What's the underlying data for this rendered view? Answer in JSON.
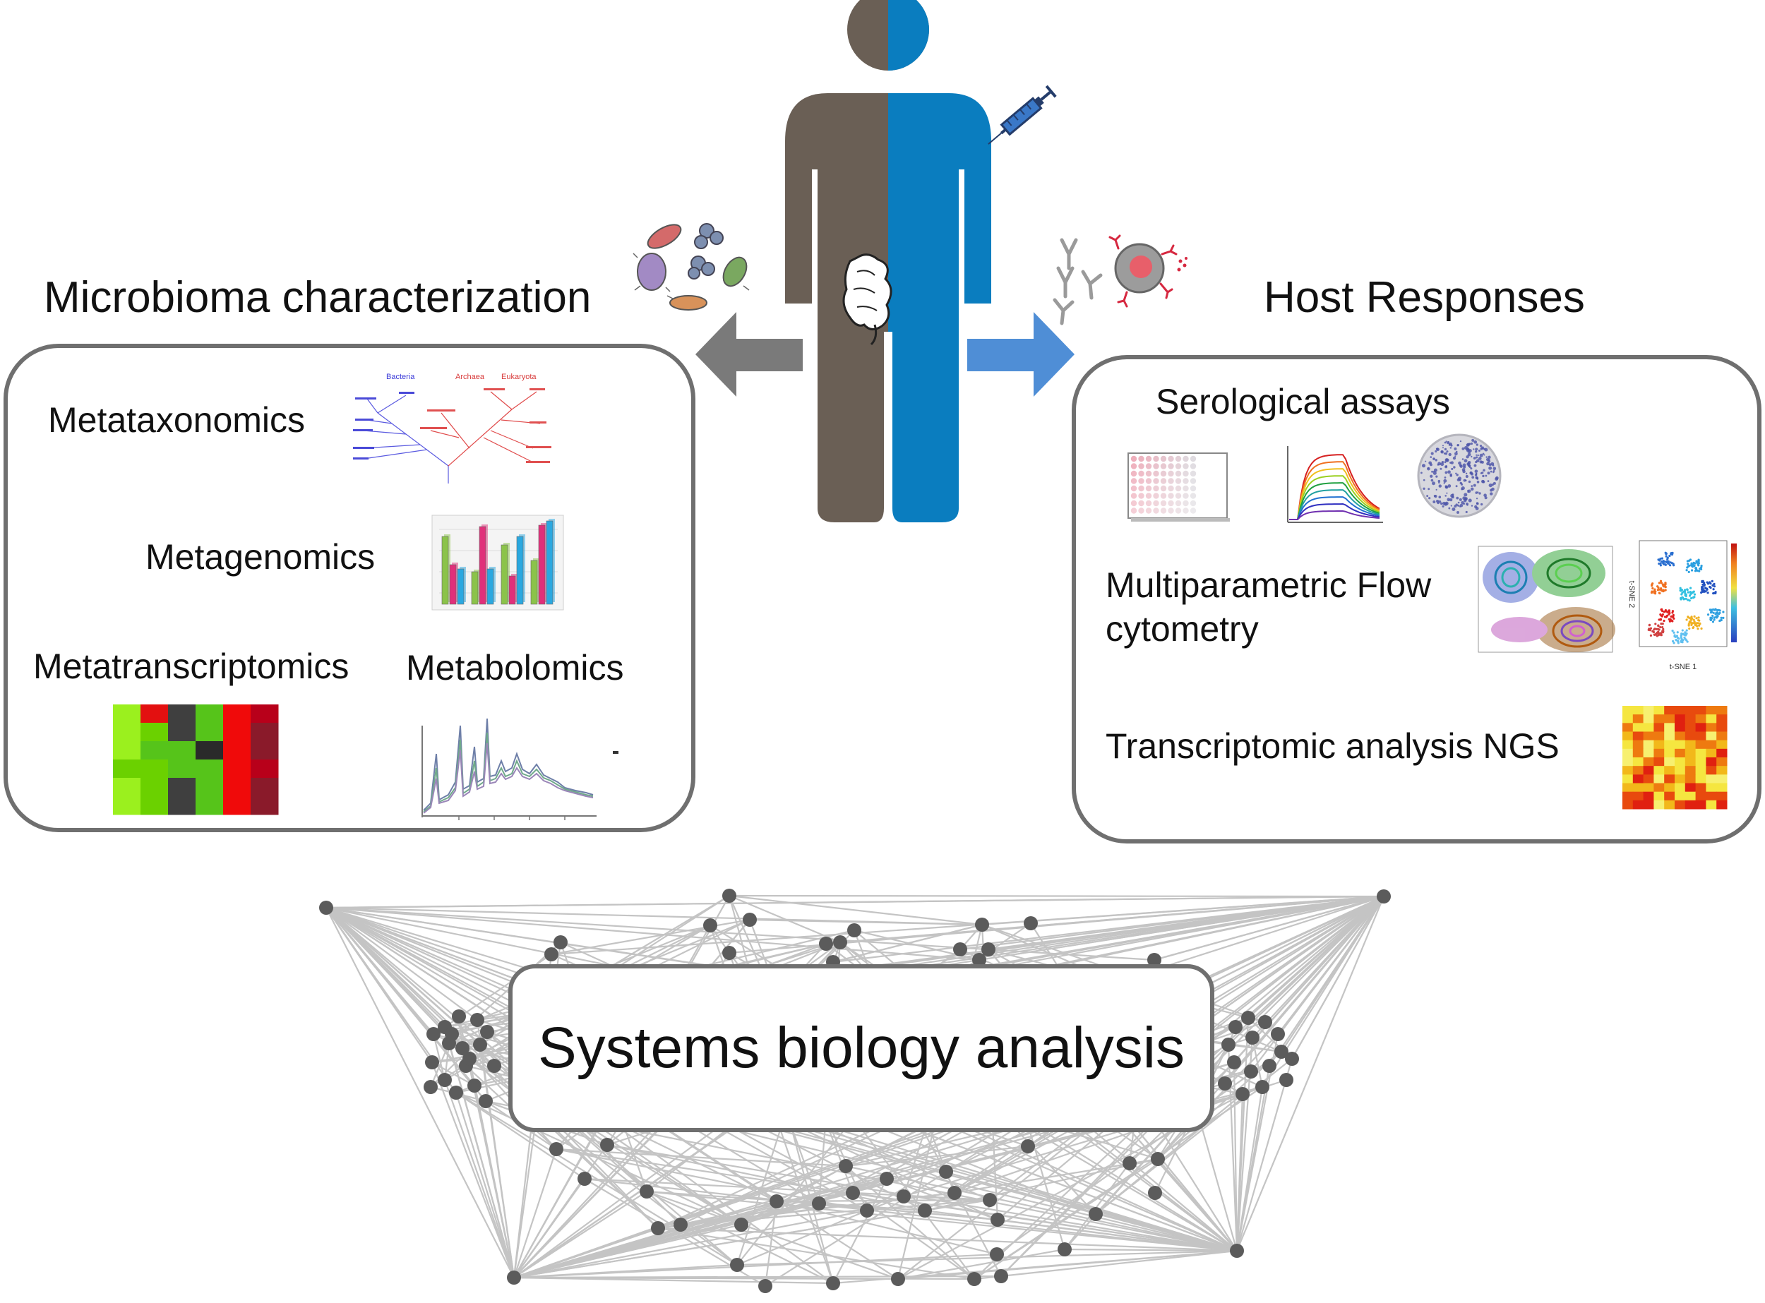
{
  "left_panel": {
    "title": "Microbioma characterization",
    "methods": {
      "metataxonomics": "Metataxonomics",
      "metagenomics": "Metagenomics",
      "metatranscriptomics": "Metatranscriptomics",
      "metabolomics": "Metabolomics"
    },
    "tree_labels": {
      "bacteria": "Bacteria",
      "archaea": "Archaea",
      "eukaryota": "Eukaryota"
    }
  },
  "right_panel": {
    "title": "Host Responses",
    "methods": {
      "serological": "Serological assays",
      "flow_line1": "Multiparametric Flow",
      "flow_line2": "cytometry",
      "transcriptomic": "Transcriptomic analysis NGS"
    },
    "tsne_axis_x": "t-SNE 1",
    "tsne_axis_y": "t-SNE 2"
  },
  "center": {
    "title": "Systems biology analysis"
  },
  "colors": {
    "panel_border": "#6f6f6f",
    "human_left": "#6a5f55",
    "human_right": "#0a7dbf",
    "arrow_left": "#7a7a7a",
    "arrow_right": "#4f8ed6",
    "network_node": "#5b5b5b",
    "network_edge": "#c4c4c4"
  }
}
